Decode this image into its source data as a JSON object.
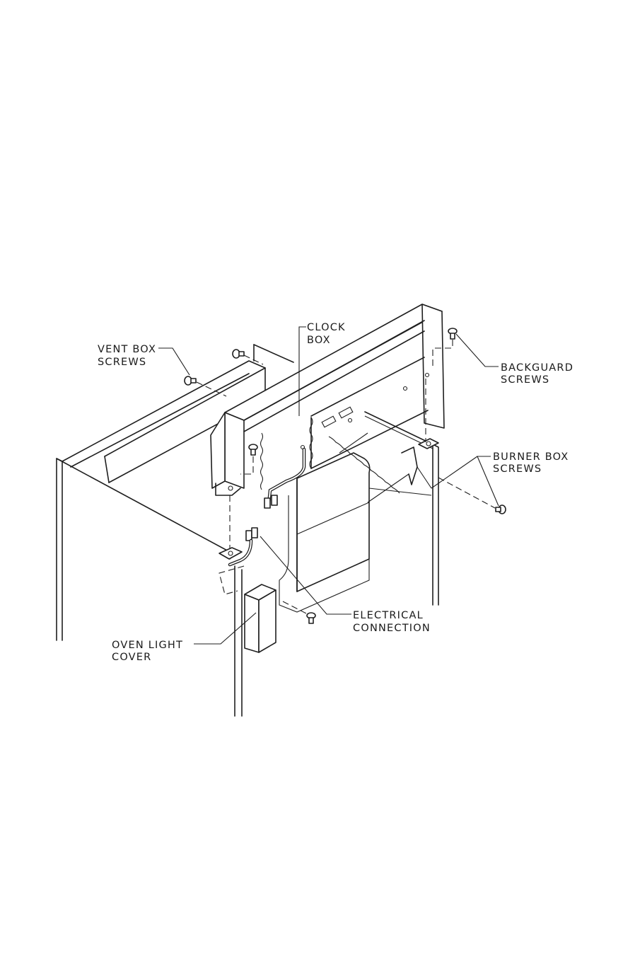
{
  "labels": {
    "clock_box": [
      "CLOCK",
      "BOX"
    ],
    "vent_box_screws": [
      "VENT BOX",
      "SCREWS"
    ],
    "backguard_screws": [
      "BACKGUARD",
      "SCREWS"
    ],
    "burner_box_screws": [
      "BURNER BOX",
      "SCREWS"
    ],
    "electrical_connection": [
      "ELECTRICAL",
      "CONNECTION"
    ],
    "oven_light_cover": [
      "OVEN LIGHT",
      "COVER"
    ]
  },
  "colors": {
    "ink": "#1f1f1f",
    "paper": "#ffffff"
  }
}
